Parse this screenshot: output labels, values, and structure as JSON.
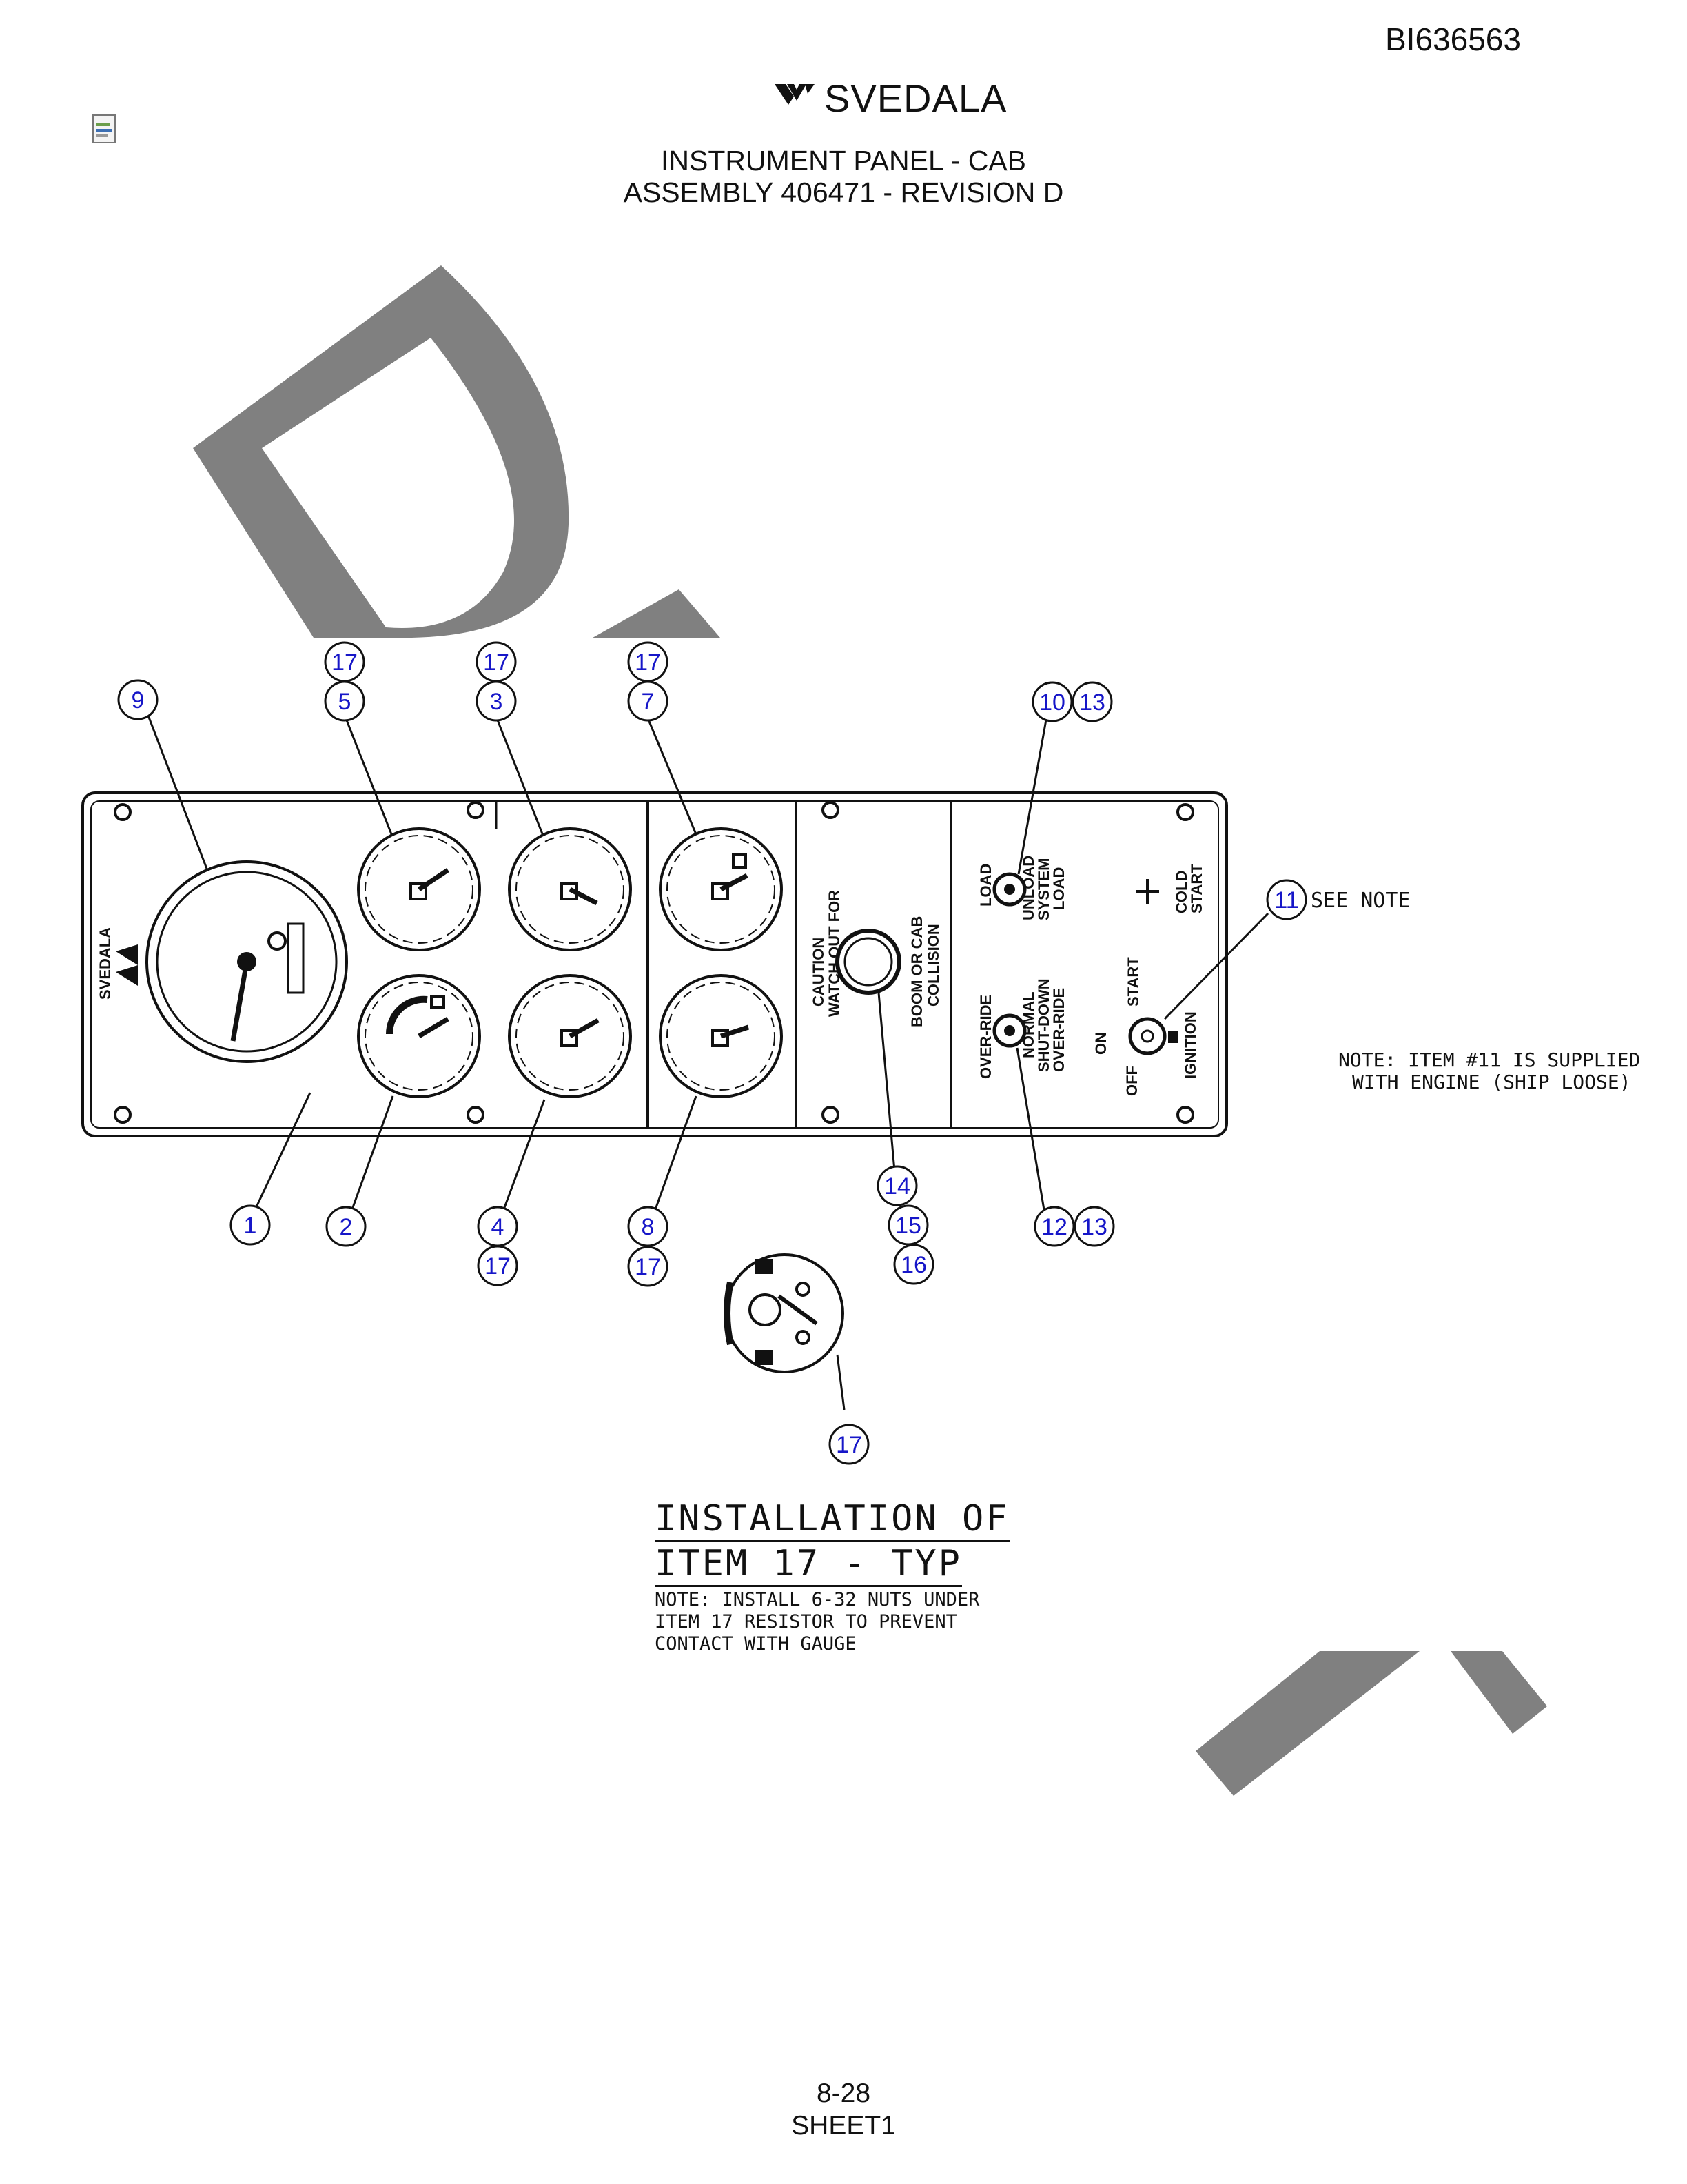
{
  "document": {
    "id": "BI636563",
    "brand": "SVEDALA",
    "title_line1": "INSTRUMENT PANEL - CAB",
    "title_line2": "ASSEMBLY 406471 - REVISION D",
    "page": "8-28",
    "sheet": "SHEET1"
  },
  "watermark": {
    "color": "#808080"
  },
  "notes": {
    "right_line1": "NOTE: ITEM #11 IS SUPPLIED",
    "right_line2": "WITH ENGINE (SHIP LOOSE)",
    "install_title_line1": "INSTALLATION OF",
    "install_title_line2": "ITEM 17 - TYP",
    "install_note_line1": "NOTE:  INSTALL 6-32 NUTS UNDER",
    "install_note_line2": "ITEM 17 RESISTOR TO PREVENT",
    "install_note_line3": "CONTACT WITH GAUGE"
  },
  "panel": {
    "brand": "SVEDALA",
    "caution": "CAUTION",
    "caution_line2": "WATCH OUT FOR",
    "caution_line3": "BOOM OR CAB",
    "caution_line4": "COLLISION",
    "load": "LOAD",
    "unload": "UNLOAD",
    "system_load": "SYSTEM",
    "system_load2": "LOAD",
    "cold_start": "COLD",
    "cold_start2": "START",
    "override": "OVER-RIDE",
    "normal": "NORMAL",
    "shutdown": "SHUT-DOWN",
    "shutdown2": "OVER-RIDE",
    "on": "ON",
    "off": "OFF",
    "start": "START",
    "ignition": "IGNITION",
    "see_note": "SEE NOTE"
  },
  "callouts": {
    "c1": "1",
    "c2": "2",
    "c3": "3",
    "c4": "4",
    "c5": "5",
    "c7": "7",
    "c8": "8",
    "c9": "9",
    "c10": "10",
    "c11": "11",
    "c12": "12",
    "c13": "13",
    "c14": "14",
    "c15": "15",
    "c16": "16",
    "c17": "17"
  },
  "colors": {
    "callout": "#1616c8",
    "line": "#111111"
  }
}
